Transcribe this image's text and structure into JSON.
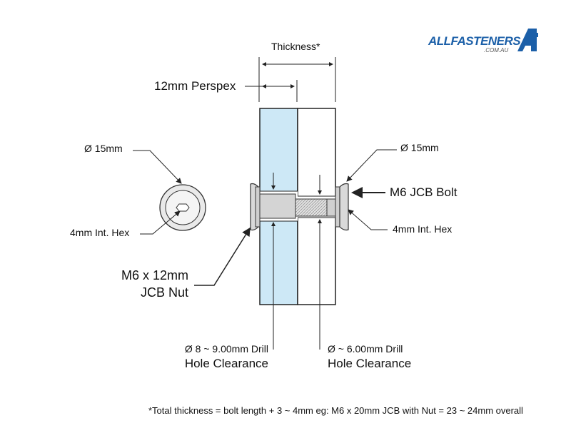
{
  "labels": {
    "thickness": "Thickness*",
    "perspex": "12mm Perspex",
    "dia_left": "Ø 15mm",
    "hex_left": "4mm Int. Hex",
    "nut_line1": "M6 x 12mm",
    "nut_line2": "JCB Nut",
    "dia_right": "Ø 15mm",
    "bolt": "M6 JCB Bolt",
    "hex_right": "4mm Int. Hex",
    "drill_left_line1": "Ø 8 ~ 9.00mm  Drill",
    "drill_left_line2": "Hole Clearance",
    "drill_right_line1": "Ø ~ 6.00mm  Drill",
    "drill_right_line2": "Hole Clearance",
    "footnote": "*Total thickness = bolt length + 3 ~ 4mm   eg: M6 x 20mm JCB with Nut = 23 ~ 24mm overall"
  },
  "logo": {
    "all": "ALL",
    "fasteners": "FASTENERS",
    "domain": ".COM.AU",
    "mark": "AF"
  },
  "colors": {
    "perspex": "#cde8f6",
    "logo_blue": "#1b5fa8",
    "line": "#222222",
    "metal": "#d9d9d9"
  }
}
